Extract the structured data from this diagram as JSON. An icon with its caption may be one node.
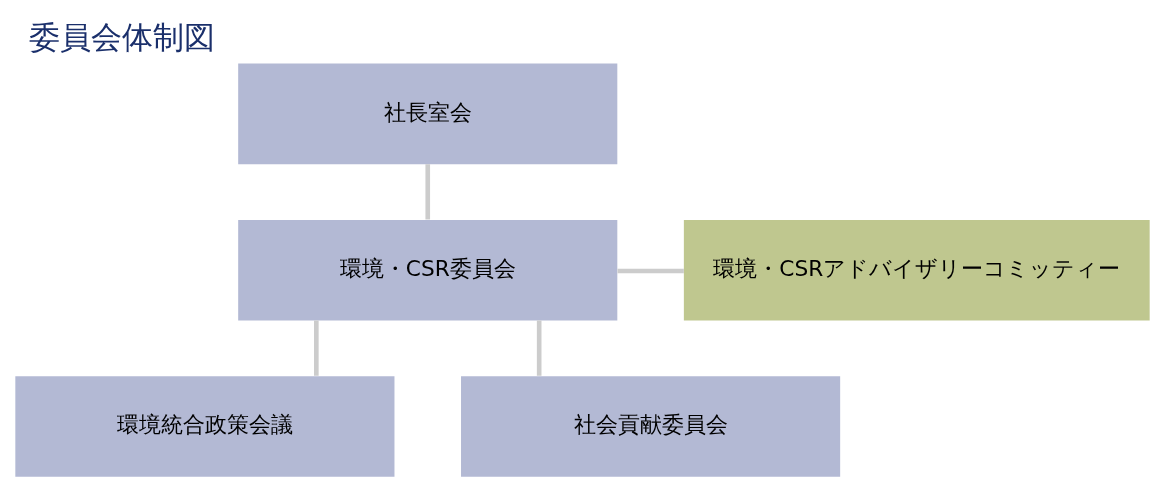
{
  "diagram": {
    "title": "委員会体制図",
    "nodes": [
      {
        "text": [
          "社長室会"
        ]
      },
      {
        "text": [
          "環境・CSR委員会"
        ]
      },
      {
        "text": [
          "環境・CSRアドバイザリーコミッティー"
        ]
      },
      {
        "text": [
          "環境統合政策会議"
        ]
      },
      {
        "text": [
          "社会貢献委員会"
        ]
      }
    ],
    "edges": [
      {
        "from": 0,
        "to": 1,
        "arrow": "none"
      },
      {
        "from": 1,
        "to": 2,
        "arrow": "none"
      },
      {
        "from": 1,
        "to": 3,
        "arrow": "none"
      },
      {
        "from": 1,
        "to": 4,
        "arrow": "none"
      }
    ]
  }
}
